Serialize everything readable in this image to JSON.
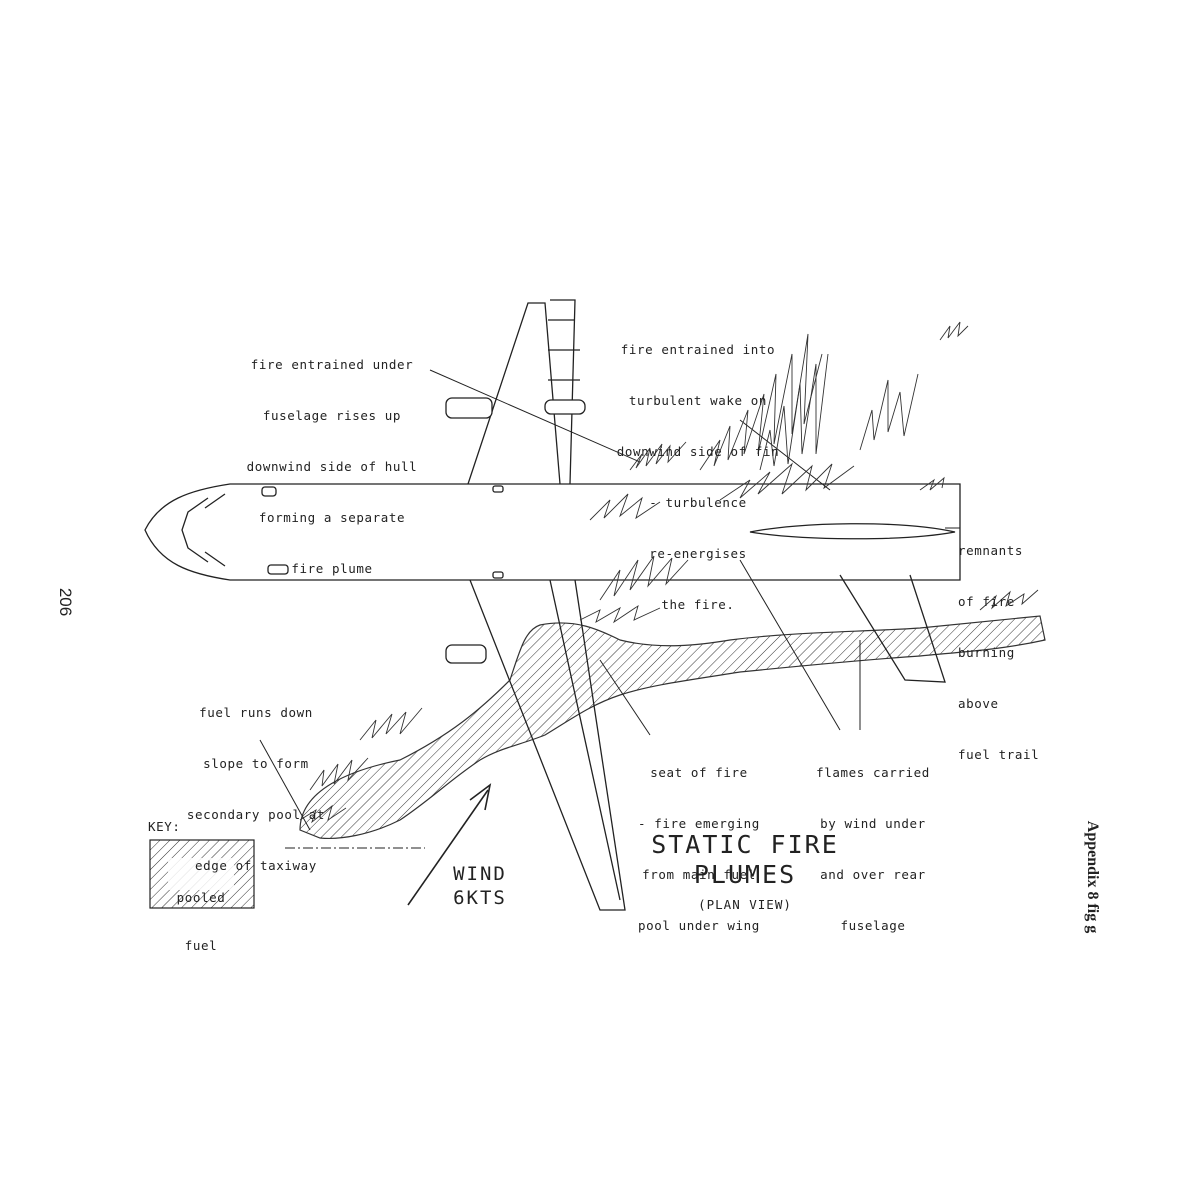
{
  "figure": {
    "title_line1": "STATIC FIRE",
    "title_line2": "PLUMES",
    "subtitle": "(PLAN VIEW)",
    "page_number": "206",
    "side_caption": "Appendix 8 fig g"
  },
  "annotations": {
    "fire_under_fuselage": [
      "fire entrained under",
      "fuselage rises up",
      "downwind side of hull",
      "forming a separate",
      "fire plume"
    ],
    "fire_wake_fin": [
      "fire entrained into",
      "turbulent wake on",
      "downwind side of fin",
      "- turbulence",
      "re-energises",
      "the fire."
    ],
    "remnants": [
      "remnants",
      "of fire",
      "burning",
      "above",
      "fuel trail"
    ],
    "fuel_runs_down": [
      "fuel runs down",
      "slope to form",
      "secondary pool at",
      "edge of taxiway"
    ],
    "seat_of_fire": [
      "seat of fire",
      "- fire emerging",
      "from main fuel",
      "pool under wing"
    ],
    "flames_carried": [
      "flames carried",
      "by wind under",
      "and over rear",
      "fuselage"
    ]
  },
  "wind": {
    "line1": "WIND",
    "line2": "6KTS"
  },
  "key": {
    "heading": "KEY:",
    "line1": "pooled",
    "line2": "fuel"
  }
}
